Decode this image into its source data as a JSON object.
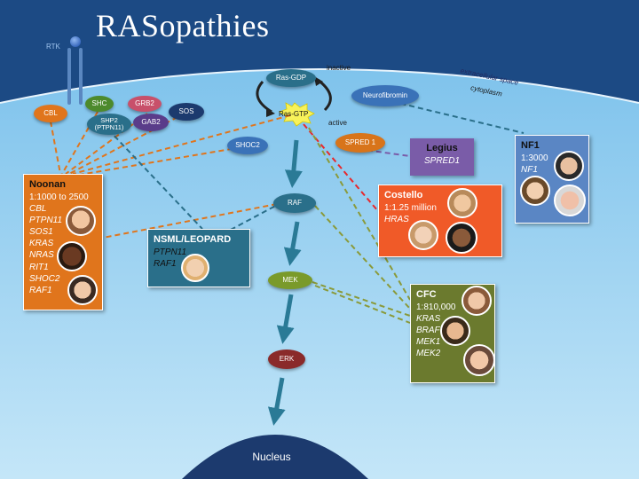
{
  "title": "RASopathies",
  "membrane": {
    "rtk": "RTK",
    "extracellular": "extracellular space",
    "cytoplasm": "cytoplasm"
  },
  "cycle": {
    "inactive": "inactive",
    "active": "active",
    "ras_gdp": "Ras-GDP",
    "ras_gtp": "Ras-GTP"
  },
  "proteins": {
    "cbl": "CBL",
    "shc": "SHC",
    "grb2": "GRB2",
    "shp2_line1": "SHP2",
    "shp2_line2": "(PTPN11)",
    "gab2": "GAB2",
    "sos": "SOS",
    "neurofibromin": "Neurofibromin",
    "shoc2": "SHOC2",
    "spred1": "SPRED 1",
    "raf": "RAF",
    "mek": "MEK",
    "erk": "ERK",
    "nucleus": "Nucleus"
  },
  "syndromes": {
    "noonan": {
      "name": "Noonan",
      "prevalence": "1:1000 to 2500",
      "genes": [
        "CBL",
        "PTPN11",
        "SOS1",
        "KRAS",
        "NRAS",
        "RIT1",
        "SHOC2",
        "RAF1"
      ]
    },
    "nsml": {
      "name": "NSML/LEOPARD",
      "genes": [
        "PTPN11",
        "RAF1"
      ]
    },
    "legius": {
      "name": "Legius",
      "genes": [
        "SPRED1"
      ]
    },
    "nf1": {
      "name": "NF1",
      "prevalence": "1:3000",
      "genes": [
        "NF1"
      ]
    },
    "costello": {
      "name": "Costello",
      "prevalence": "1:1.25 million",
      "genes": [
        "HRAS"
      ]
    },
    "cfc": {
      "name": "CFC",
      "prevalence": "1:810,000",
      "genes": [
        "KRAS",
        "BRAF",
        "MEK1",
        "MEK2"
      ]
    }
  },
  "colors": {
    "background_top": "#1c4a84",
    "cytoplasm_top": "#7fc3ec",
    "cytoplasm_bottom": "#c4e6f8",
    "pathway_arrow": "#2a7a96",
    "noonan": "#e0751c",
    "nsml": "#2a6f8a",
    "legius": "#7a5ca8",
    "nf1": "#5a86c4",
    "costello": "#f05a28",
    "cfc": "#6b7a2e"
  }
}
